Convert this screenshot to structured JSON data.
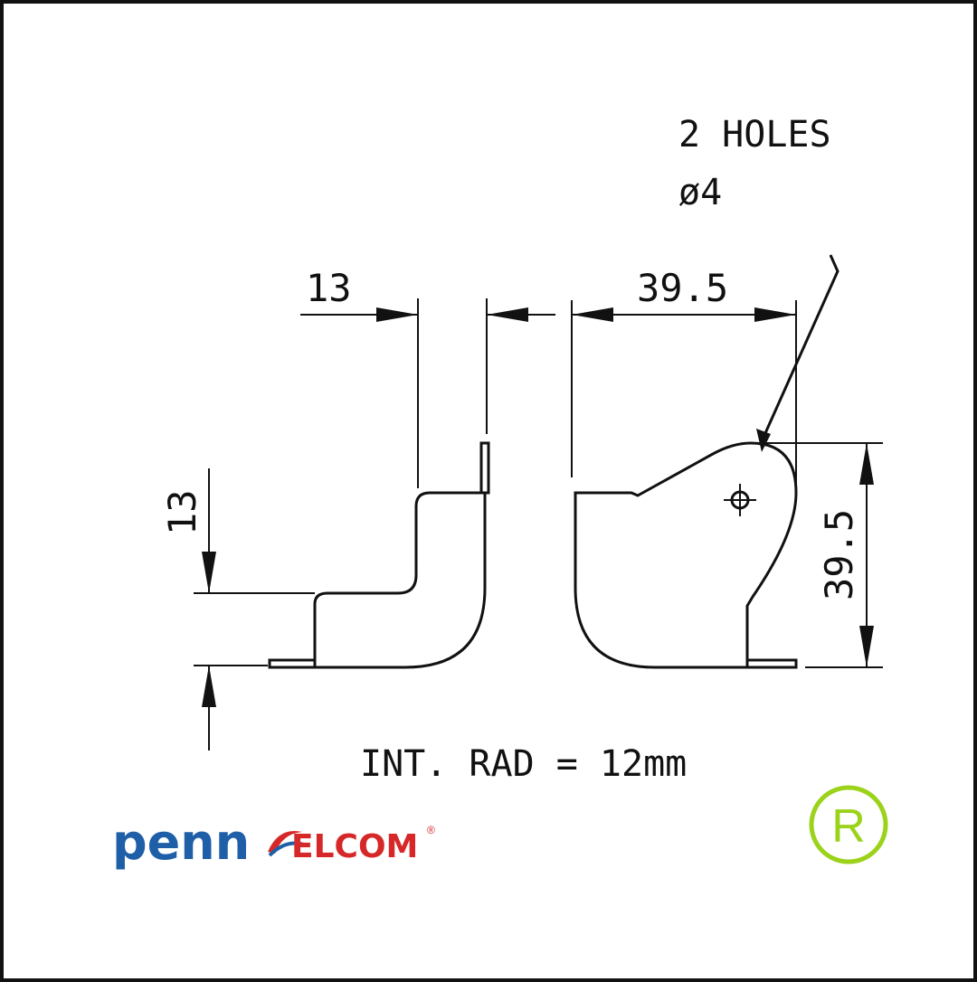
{
  "annotations": {
    "holes_line1": "2 HOLES",
    "holes_line2": "ø4",
    "int_rad": "INT. RAD = 12mm"
  },
  "dimensions": {
    "left_width": "13",
    "left_height": "13",
    "right_width": "39.5",
    "right_height": "39.5"
  },
  "logo": {
    "penn": "penn",
    "elcom": "ELCOM",
    "registered": "®",
    "penn_color": "#1f5fa8",
    "elcom_color": "#d62828"
  },
  "registered_symbol": {
    "text": "R",
    "color": "#9bd21a"
  }
}
